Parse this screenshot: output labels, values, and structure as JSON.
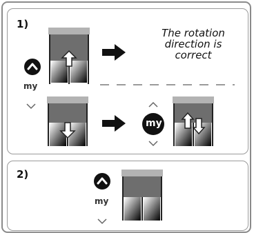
{
  "steps": [
    {
      "number": "1)",
      "result_text": "The rotation direction is correct"
    },
    {
      "number": "2)"
    }
  ],
  "remote": {
    "my_label": "my"
  },
  "icons": [
    "up-button-icon",
    "down-chevron-icon",
    "up-chevron-icon",
    "my-button-icon",
    "right-arrow-icon",
    "blind-window-icon"
  ],
  "colors": {
    "frame_border": "#8a8a8a",
    "button_fill": "#111111",
    "blind_slat": "#707070",
    "blind_top": "#b3b3b3"
  }
}
